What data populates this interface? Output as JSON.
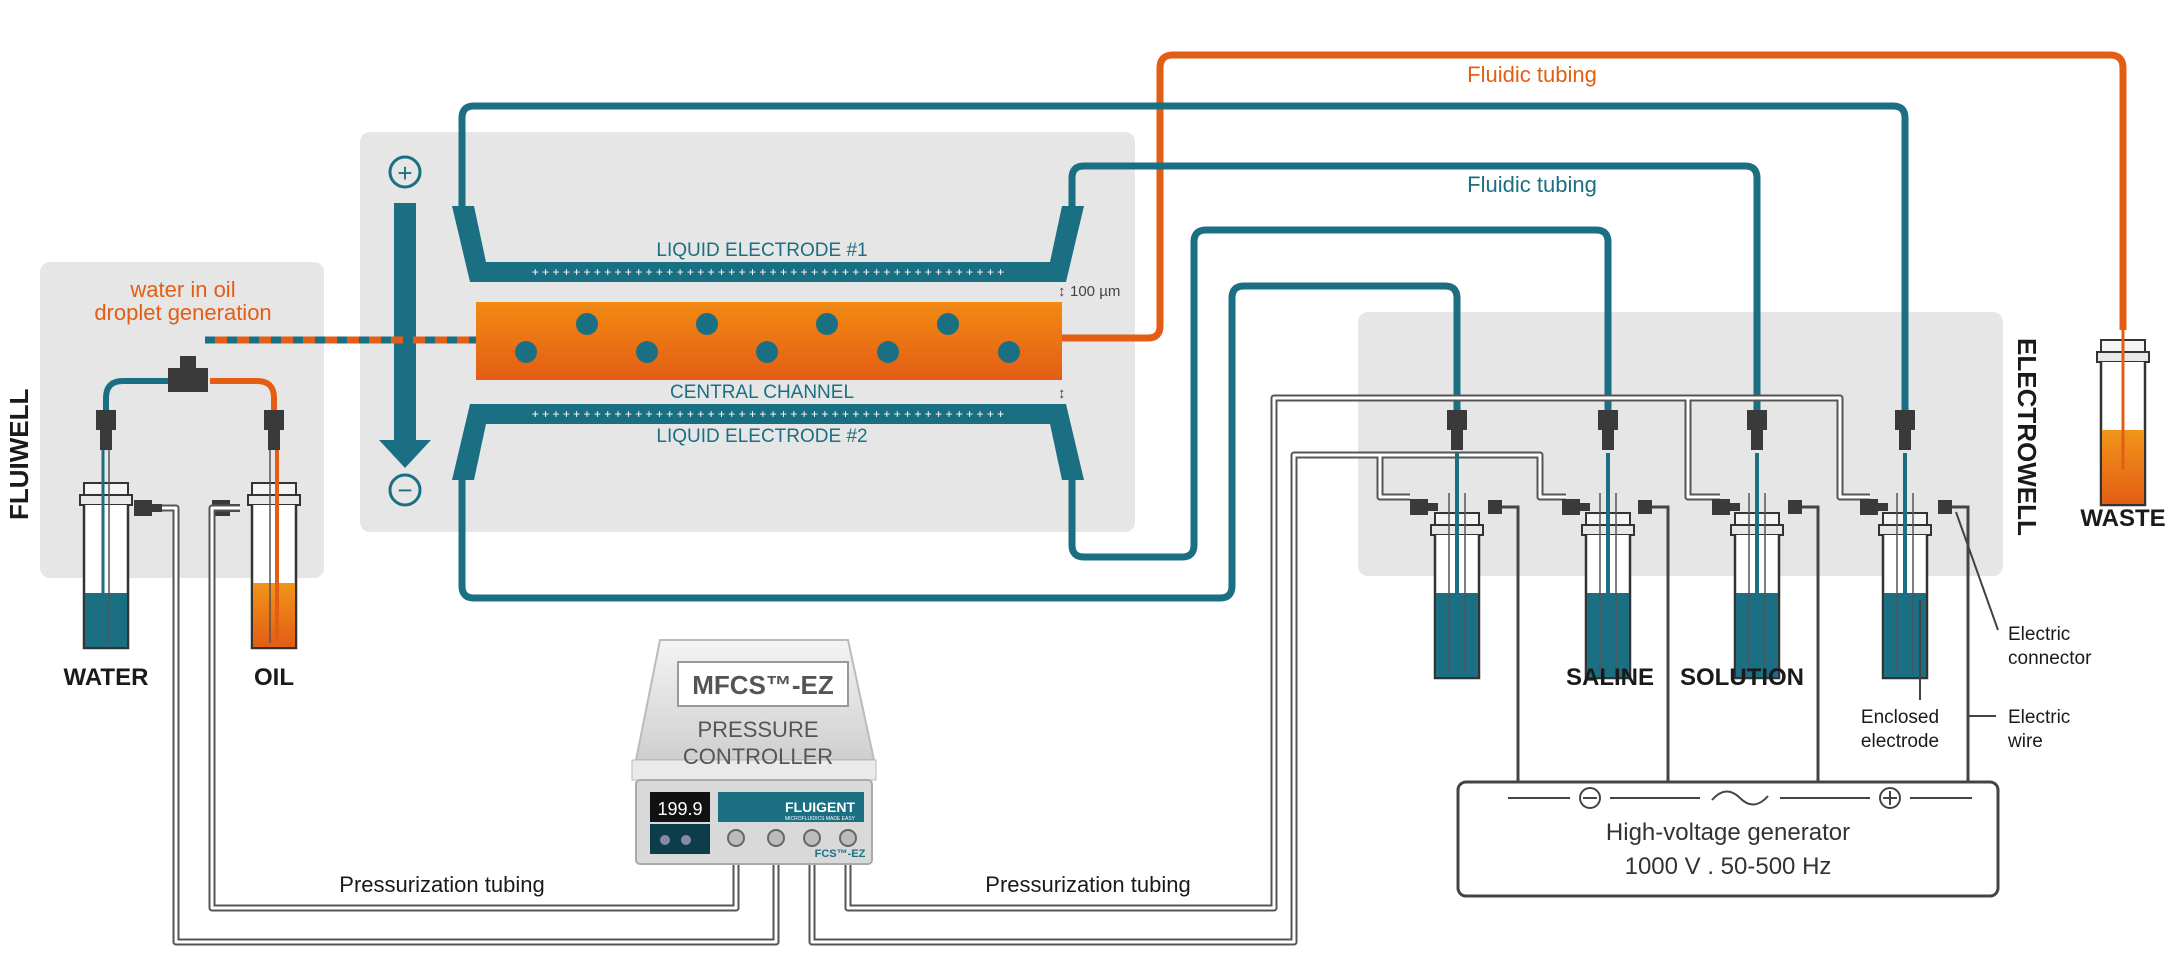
{
  "colors": {
    "teal": "#1b6f82",
    "orange": "#e35d15",
    "panel": "#e6e6e6",
    "dark": "#333333"
  },
  "labels": {
    "fluiwell": "FLUIWELL",
    "electrowell": "ELECTROWELL",
    "droplet_line1": "water in oil",
    "droplet_line2": "droplet generation",
    "water": "WATER",
    "oil": "OIL",
    "waste": "WASTE",
    "saline": "SALINE",
    "solution": "SOLUTION",
    "fluidic_tubing_orange": "Fluidic tubing",
    "fluidic_tubing_teal": "Fluidic tubing",
    "liquid_electrode_1": "LIQUID ELECTRODE #1",
    "liquid_electrode_2": "LIQUID ELECTRODE #2",
    "central_channel": "CENTRAL CHANNEL",
    "gap": "100 µm",
    "plus_sign": "+",
    "minus_sign": "−",
    "electrode_marks": "+ + + + + + + + + + + + + + + + + + + + + + + + + + + + + + + + + + + + + + + + + + + + + +",
    "mfcs": "MFCS™-EZ",
    "pressure": "PRESSURE",
    "controller": "CONTROLLER",
    "display": "199.9",
    "brand": "FLUIGENT",
    "brand_sub": "MICROFLUIDICS MADE EASY",
    "device_tag": "FCS™-EZ",
    "pressurization_left": "Pressurization tubing",
    "pressurization_right": "Pressurization tubing",
    "hv_title": "High-voltage generator",
    "hv_spec": "1000 V . 50-500 Hz",
    "electric_connector_1": "Electric",
    "electric_connector_2": "connector",
    "enclosed_electrode_1": "Enclosed",
    "enclosed_electrode_2": "electrode",
    "electric_wire_1": "Electric",
    "electric_wire_2": "wire"
  }
}
